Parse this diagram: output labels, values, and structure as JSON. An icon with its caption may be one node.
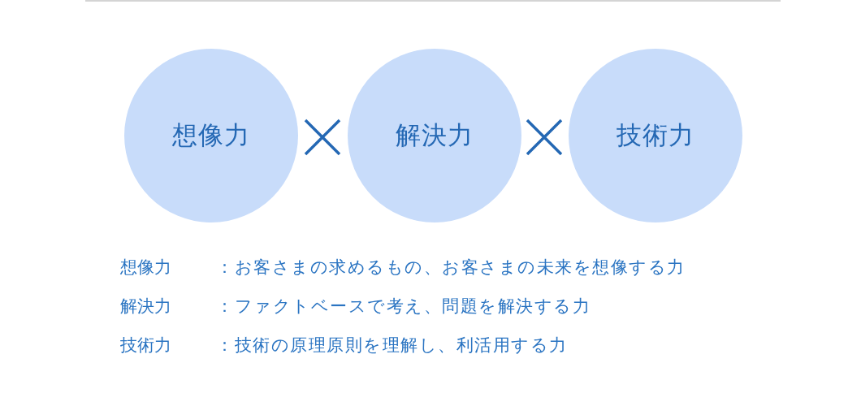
{
  "diagram": {
    "nodes": [
      {
        "text": [
          "想像力"
        ]
      },
      {
        "text": [
          "解決力"
        ]
      },
      {
        "text": [
          "技術力"
        ]
      }
    ],
    "labels": [
      "想像力",
      "：お客さまの求めるもの、お客さまの未来を想像する力",
      "解決力",
      "：ファクトベースで考え、問題を解決する力",
      "技術力",
      "：技術の原理原則を理解し、利活用する力"
    ]
  }
}
